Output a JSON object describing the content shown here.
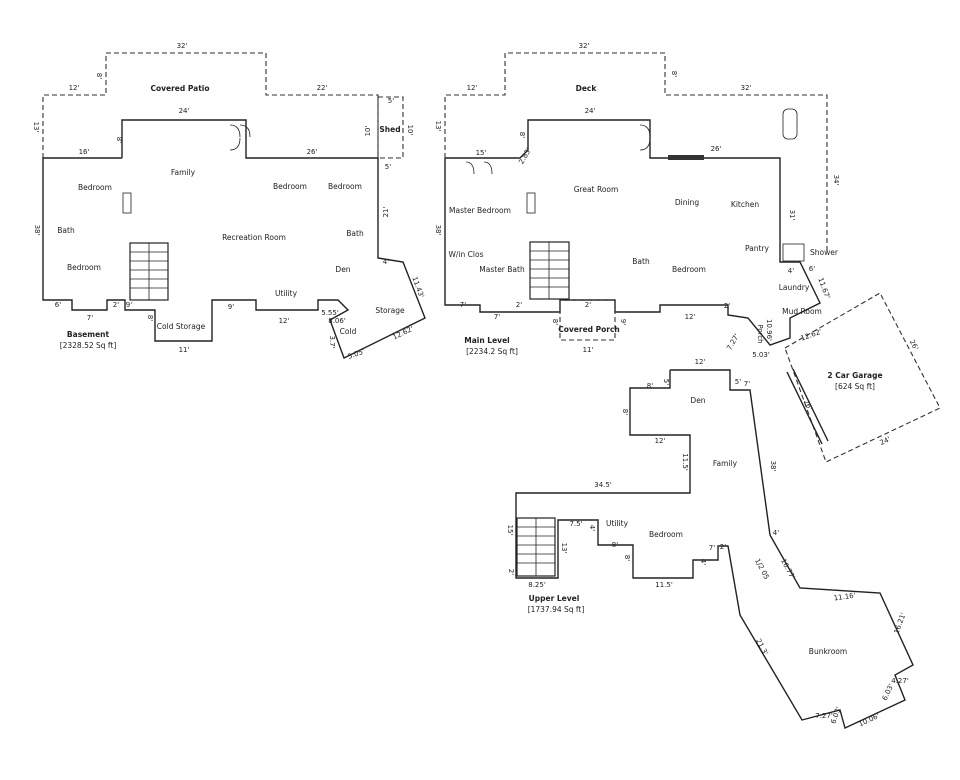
{
  "basement": {
    "title": "Basement",
    "sqft": "[2328.52 Sq ft]",
    "rooms": {
      "covered_patio": "Covered Patio",
      "shed": "Shed",
      "family": "Family",
      "bedroom1": "Bedroom",
      "bedroom2": "Bedroom",
      "bedroom3": "Bedroom",
      "bedroom4": "Bedroom",
      "bath1": "Bath",
      "bath2": "Bath",
      "recreation": "Recreation Room",
      "den": "Den",
      "utility": "Utility",
      "cold_storage": "Cold Storage",
      "cold": "Cold",
      "storage": "Storage"
    },
    "dims": [
      "32'",
      "12'",
      "8'",
      "22'",
      "5'",
      "13'",
      "24'",
      "16'",
      "8'",
      "26'",
      "10'",
      "10'",
      "5'",
      "38'",
      "21'",
      "4'",
      "11.43'",
      "6'",
      "7'",
      "2'",
      "9'",
      "8'",
      "9'",
      "12'",
      "5.55'",
      "8.06'",
      "3.7'",
      "11'",
      "5.05'",
      "12.62'"
    ]
  },
  "main": {
    "title": "Main Level",
    "sqft": "[2234.2 Sq ft]",
    "rooms": {
      "deck": "Deck",
      "master_bedroom": "Master Bedroom",
      "great_room": "Great Room",
      "dining": "Dining",
      "kitchen": "Kitchen",
      "pantry": "Pantry",
      "shower": "Shower",
      "wic": "W/in Clos",
      "master_bath": "Master Bath",
      "bath": "Bath",
      "bedroom": "Bedroom",
      "laundry": "Laundry",
      "mud_room": "Mud Room",
      "covered_porch": "Covered Porch",
      "porch": "Porch"
    },
    "dims": [
      "32'",
      "12'",
      "8'",
      "32'",
      "13'",
      "24'",
      "15'",
      "8'",
      "26'",
      "2.83'",
      "34'",
      "38'",
      "31'",
      "4'",
      "6'",
      "11.67'",
      "7'",
      "7'",
      "2'",
      "2'",
      "9'",
      "8'",
      "12'",
      "2'",
      "11'",
      "7.27'",
      "10.96'",
      "5.03'",
      "12.62'"
    ]
  },
  "garage": {
    "title": "2 Car Garage",
    "sqft": "[624 Sq ft]",
    "dims": [
      "26'",
      "26'",
      "24'"
    ]
  },
  "upper": {
    "title": "Upper Level",
    "sqft": "[1737.94 Sq ft]",
    "rooms": {
      "den": "Den",
      "family": "Family",
      "utility": "Utility",
      "bedroom": "Bedroom",
      "bunkroom": "Bunkroom"
    },
    "dims": [
      "12'",
      "8'",
      "5'",
      "5'",
      "7'",
      "8'",
      "12'",
      "11.5'",
      "38'",
      "34.5'",
      "15'",
      "13'",
      "2'",
      "7.5'",
      "4'",
      "8'",
      "8'",
      "11.5'",
      "7'",
      "4'",
      "2'",
      "8.25'",
      "4'",
      "16.77'",
      "1/2 05",
      "11.16'",
      "16.21'",
      "21.3'",
      "4.27'",
      "6.03'",
      "7.27'",
      "6.03'",
      "10.06'"
    ]
  }
}
